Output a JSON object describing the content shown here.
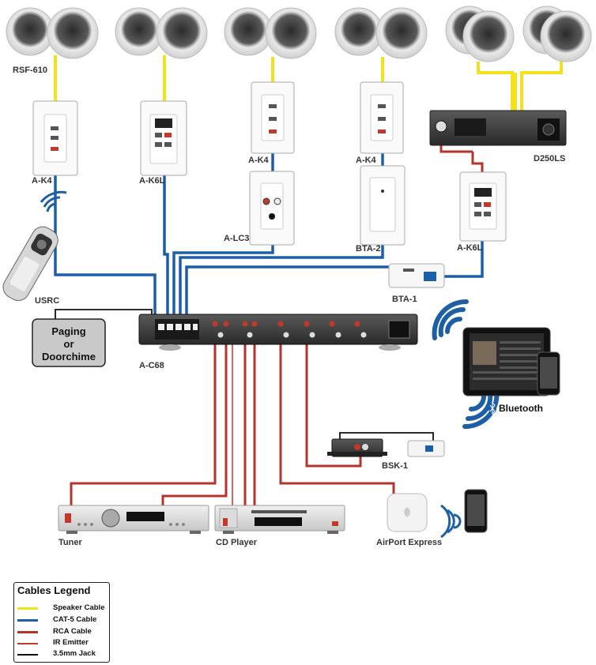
{
  "labels": {
    "speaker_model": "RSF-610",
    "keypad_1": "A-K4",
    "keypad_2": "A-K6L",
    "keypad_3": "A-K4",
    "keypad_4": "A-K4",
    "keypad_5": "A-K6L",
    "amplifier": "D250LS",
    "local_connect": "A-LC3",
    "bta2": "BTA-2",
    "bta1": "BTA-1",
    "remote": "USRC",
    "hub": "A-C68",
    "paging_line1": "Paging",
    "paging_line2": "or",
    "paging_line3": "Doorchime",
    "bluetooth": "Bluetooth",
    "bsk": "BSK-1",
    "tuner": "Tuner",
    "cd_player": "CD Player",
    "airport": "AirPort Express"
  },
  "legend": {
    "title": "Cables Legend",
    "items": [
      {
        "label": "Speaker Cable",
        "color": "#f2e21d",
        "style": "thick"
      },
      {
        "label": "CAT-5 Cable",
        "color": "#1d5fa6",
        "style": "thick"
      },
      {
        "label": "RCA Cable",
        "color": "#b2342c",
        "style": "thick"
      },
      {
        "label": "IR Emitter",
        "color": "#c0392b",
        "style": "thin"
      },
      {
        "label": "3.5mm Jack",
        "color": "#111111",
        "style": "thin"
      }
    ]
  },
  "colors": {
    "speaker": "#f2e21d",
    "cat5": "#1d5fa6",
    "rca": "#b2342c",
    "bluetooth_waves": "#1d5fa6"
  }
}
